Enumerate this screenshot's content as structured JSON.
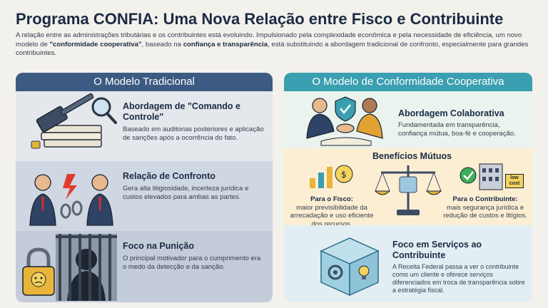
{
  "page": {
    "title": "Programa CONFIA: Uma Nova Relação entre Fisco e Contribuinte",
    "intro_part1": "A relação entre as administrações tributárias e os contribuintes está evoluindo. Impulsionado pela complexidade econômica e pela necessidade de eficiência, um novo modelo de ",
    "intro_bold1": "\"conformidade cooperativa\"",
    "intro_part2": ", baseado na ",
    "intro_bold2": "confiança e transparência",
    "intro_part3": ", está substituindo a abordagem tradicional de confronto, especialmente para grandes contribuintes."
  },
  "left": {
    "header": "O Modelo Tradicional",
    "rows": [
      {
        "title": "Abordagem de \"Comando e Controle\"",
        "text": "Baseado em auditorias posteriores e aplicação de sanções após a ocorrência do fato.",
        "icon": "gavel-magnifier-icon"
      },
      {
        "title": "Relação de Confronto",
        "text": "Gera alta litigiosidade, incerteza jurídica e custos elevados para ambas as partes.",
        "icon": "confrontation-icon"
      },
      {
        "title": "Foco na Punição",
        "text": "O principal motivador para o cumprimento era o medo da detecção e da sanção.",
        "icon": "prison-lock-icon"
      }
    ]
  },
  "right": {
    "header": "O Modelo de Conformidade Cooperativa",
    "collab": {
      "title": "Abordagem Colaborativa",
      "text": "Fundamentada em transparência, confiança mútua, boa-fé e cooperação."
    },
    "benefits": {
      "title": "Benefícios Mútuos",
      "fisco_label": "Para o Fisco:",
      "fisco_text": "maior previsibilidade da arrecadação e uso eficiente dos recursos.",
      "contrib_label": "Para o Contribuinte:",
      "contrib_text": "mais segurança jurídica e redução de custos e litígios.",
      "badge": "low cost"
    },
    "services": {
      "title": "Foco em Serviços ao Contribuinte",
      "text": "A Receita Federal passa a ver o contribuinte como um cliente e oferece serviços diferenciados em troca de transparência sobre a estratégia fiscal."
    }
  },
  "colors": {
    "left_header": "#3d5a83",
    "right_header": "#3a9fb0",
    "title": "#1b2b44"
  }
}
